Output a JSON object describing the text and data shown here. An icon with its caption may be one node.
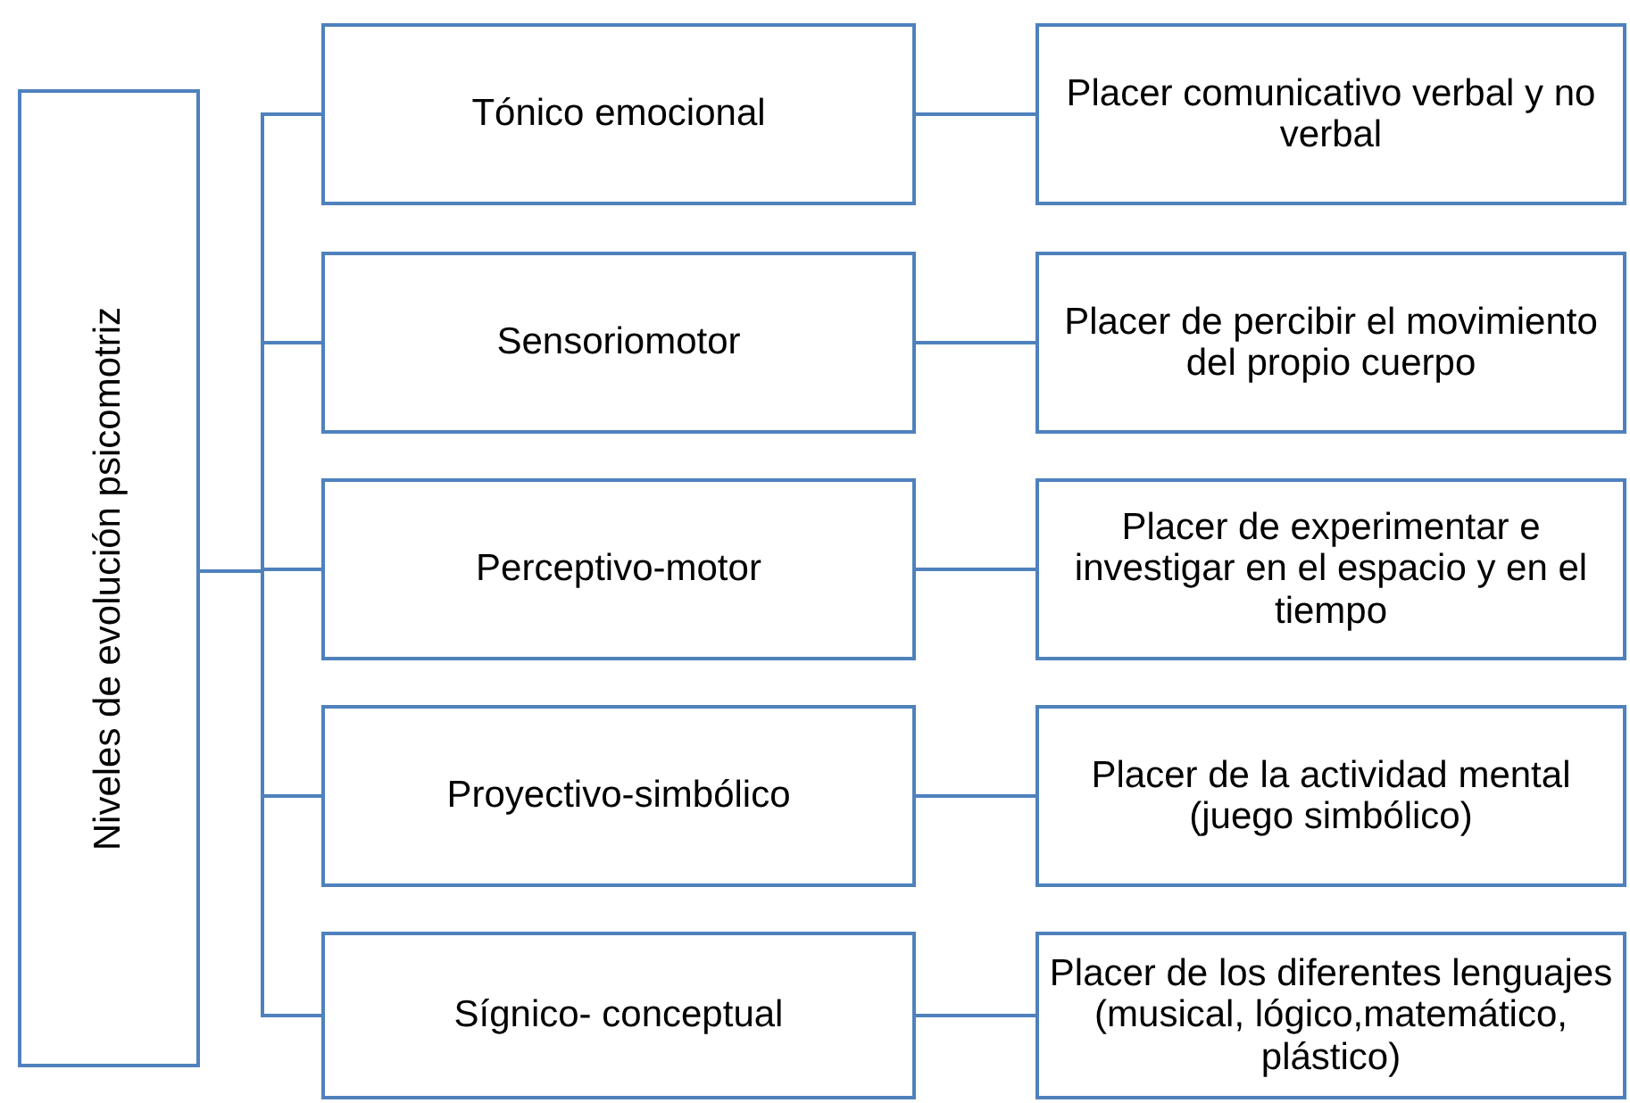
{
  "diagram": {
    "nodes": [
      {
        "text": [
          "Niveles de evolución psicomotriz"
        ]
      },
      {
        "text": [
          "Tónico emocional"
        ]
      },
      {
        "text": [
          "Placer comunicativo verbal y no verbal"
        ]
      },
      {
        "text": [
          "Sensoriomotor"
        ]
      },
      {
        "text": [
          "Placer de percibir el movimiento del propio cuerpo"
        ]
      },
      {
        "text": [
          "Perceptivo-motor"
        ]
      },
      {
        "text": [
          "Placer de experimentar e investigar en el espacio y en el tiempo"
        ]
      },
      {
        "text": [
          "Proyectivo-simbólico"
        ]
      },
      {
        "text": [
          "Placer de la actividad mental (juego simbólico)"
        ]
      },
      {
        "text": [
          "Sígnico- conceptual"
        ]
      },
      {
        "text": [
          "Placer de los diferentes lenguajes (musical, lógico,matemático, plástico)"
        ]
      }
    ],
    "edges": [
      {
        "from": 0,
        "to": 1,
        "arrow": "none"
      },
      {
        "from": 0,
        "to": 3,
        "arrow": "none"
      },
      {
        "from": 0,
        "to": 5,
        "arrow": "none"
      },
      {
        "from": 0,
        "to": 7,
        "arrow": "none"
      },
      {
        "from": 0,
        "to": 9,
        "arrow": "none"
      },
      {
        "from": 1,
        "to": 2,
        "arrow": "none"
      },
      {
        "from": 3,
        "to": 4,
        "arrow": "none"
      },
      {
        "from": 5,
        "to": 6,
        "arrow": "none"
      },
      {
        "from": 7,
        "to": 8,
        "arrow": "none"
      },
      {
        "from": 9,
        "to": 10,
        "arrow": "none"
      }
    ]
  }
}
